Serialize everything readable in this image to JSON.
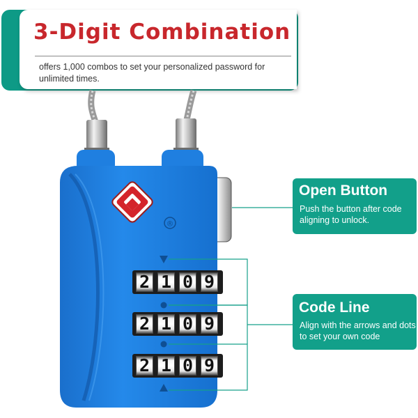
{
  "header": {
    "title": "3-Digit Combination",
    "description": "offers 1,000 combos to set your personalized password for unlimited times."
  },
  "callouts": {
    "open_button": {
      "title": "Open Button",
      "text": "Push the button after code aligning to unlock."
    },
    "code_line": {
      "title": "Code Line",
      "text": "Align with the arrows and dots to set your own code"
    }
  },
  "lock": {
    "body_color": "#1b7fe0",
    "registered_mark": "®",
    "dials": [
      {
        "digits": [
          "2",
          "1",
          "0",
          "9"
        ]
      },
      {
        "digits": [
          "2",
          "1",
          "0",
          "9"
        ]
      },
      {
        "digits": [
          "2",
          "1",
          "0",
          "9"
        ]
      }
    ]
  },
  "colors": {
    "accent_teal": "#12a08a",
    "title_red": "#c8272c"
  }
}
